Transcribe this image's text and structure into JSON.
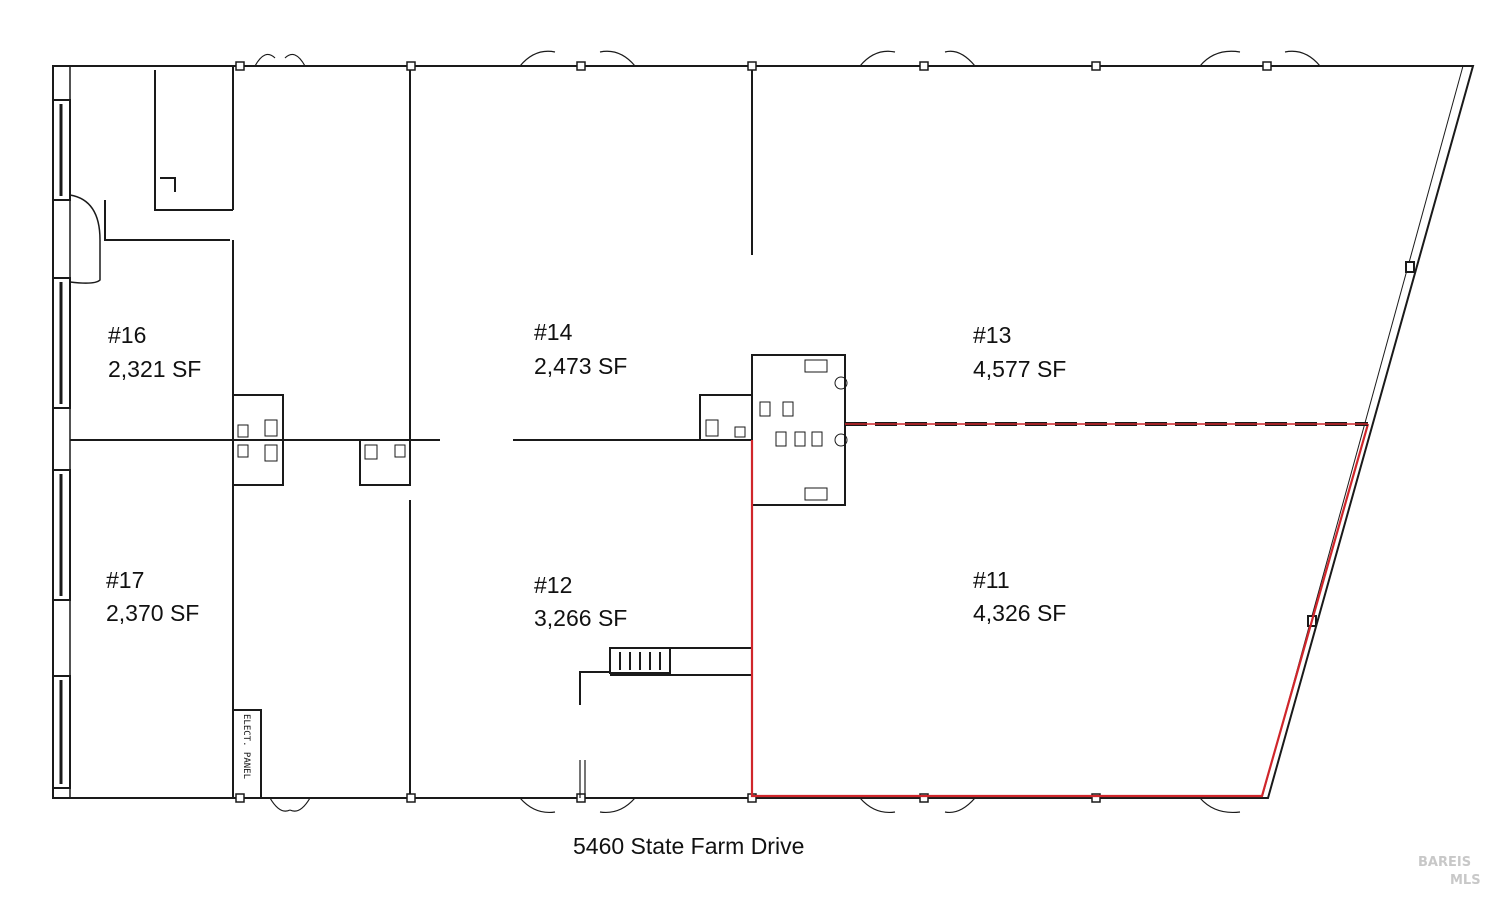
{
  "address": "5460 State Farm Drive",
  "units": [
    {
      "id": "16",
      "number": "#16",
      "area": "2,321 SF",
      "highlighted": false
    },
    {
      "id": "17",
      "number": "#17",
      "area": "2,370 SF",
      "highlighted": false
    },
    {
      "id": "14",
      "number": "#14",
      "area": "2,473 SF",
      "highlighted": false
    },
    {
      "id": "12",
      "number": "#12",
      "area": "3,266 SF",
      "highlighted": false
    },
    {
      "id": "13",
      "number": "#13",
      "area": "4,577 SF",
      "highlighted": false
    },
    {
      "id": "11",
      "number": "#11",
      "area": "4,326 SF",
      "highlighted": true
    }
  ],
  "panel_label": "ELECT. PANEL",
  "watermark": {
    "line1": "BAREIS",
    "line2": "MLS"
  },
  "colors": {
    "walls": "#1a1a1a",
    "highlight": "#d0262b",
    "background": "#ffffff"
  }
}
